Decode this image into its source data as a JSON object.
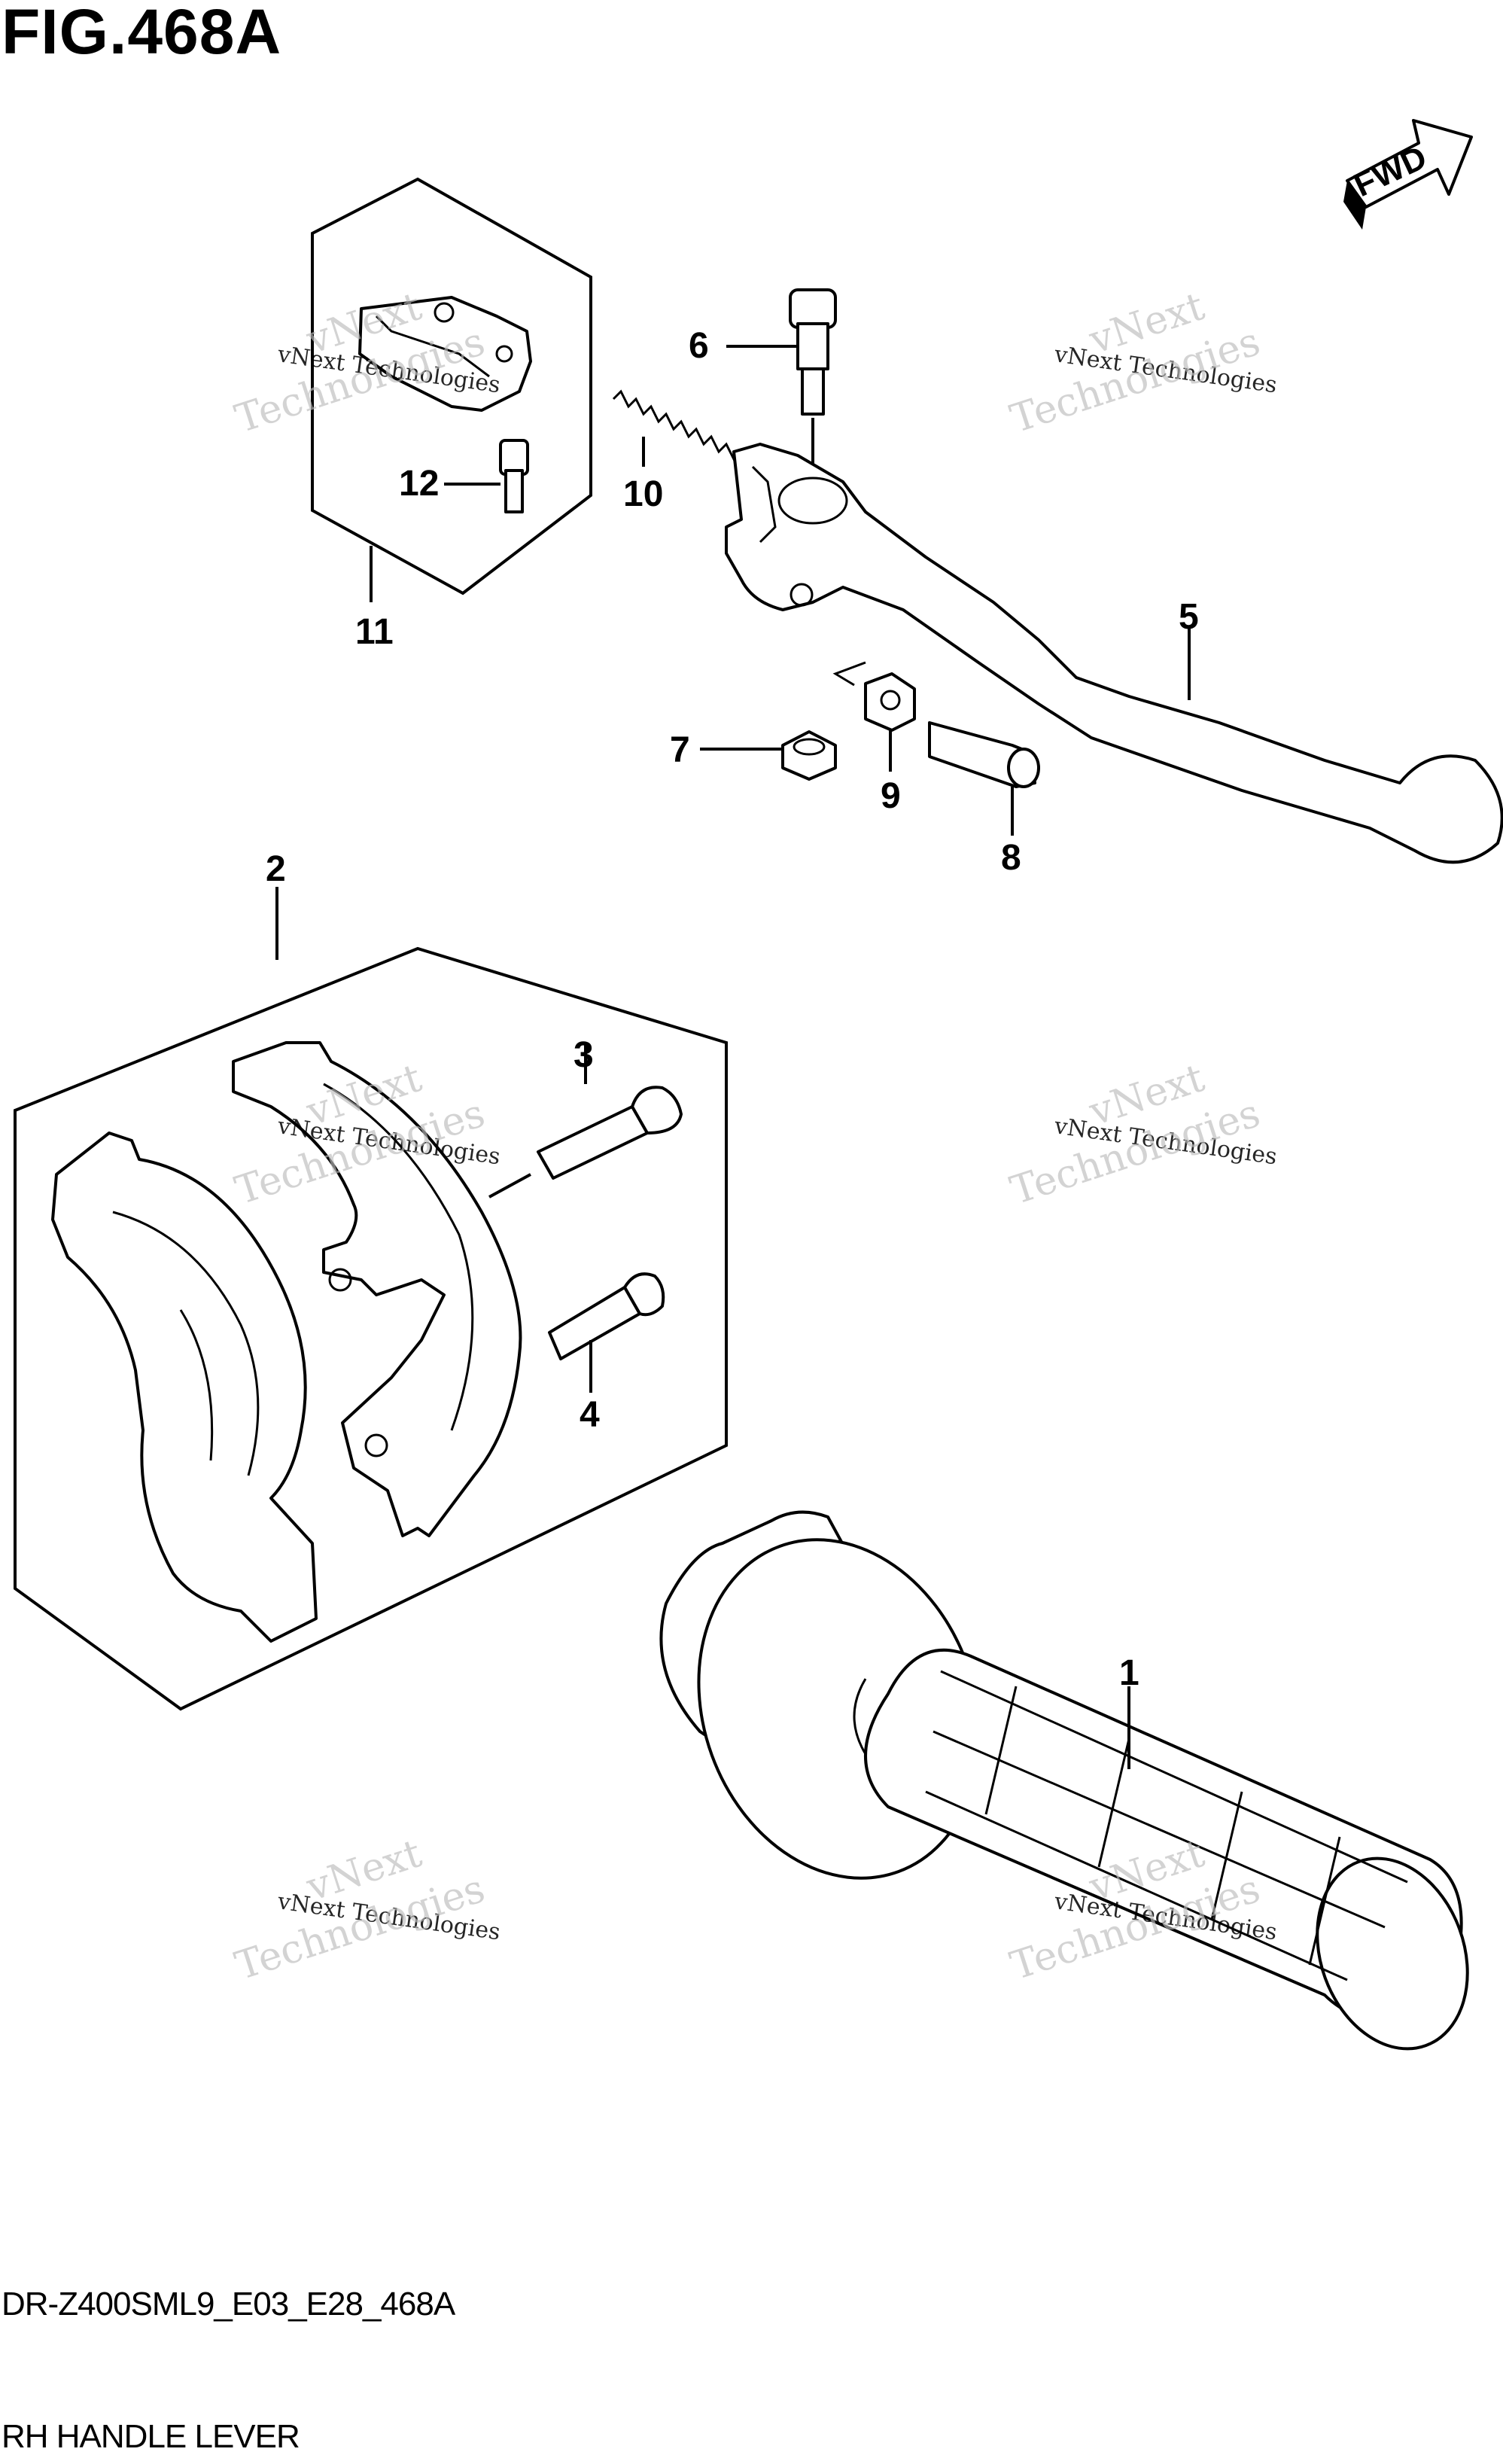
{
  "figure": {
    "title": "FIG.468A",
    "code": "DR-Z400SML9_E03_E28_468A",
    "caption": "RH HANDLE LEVER"
  },
  "direction_arrow": {
    "label": "FWD"
  },
  "callouts": [
    "1",
    "2",
    "3",
    "4",
    "5",
    "6",
    "7",
    "8",
    "9",
    "10",
    "11",
    "12"
  ],
  "watermark": {
    "line_small": "vNext Technologies",
    "line_big_1": "vNext",
    "line_big_2": "Technologies"
  }
}
